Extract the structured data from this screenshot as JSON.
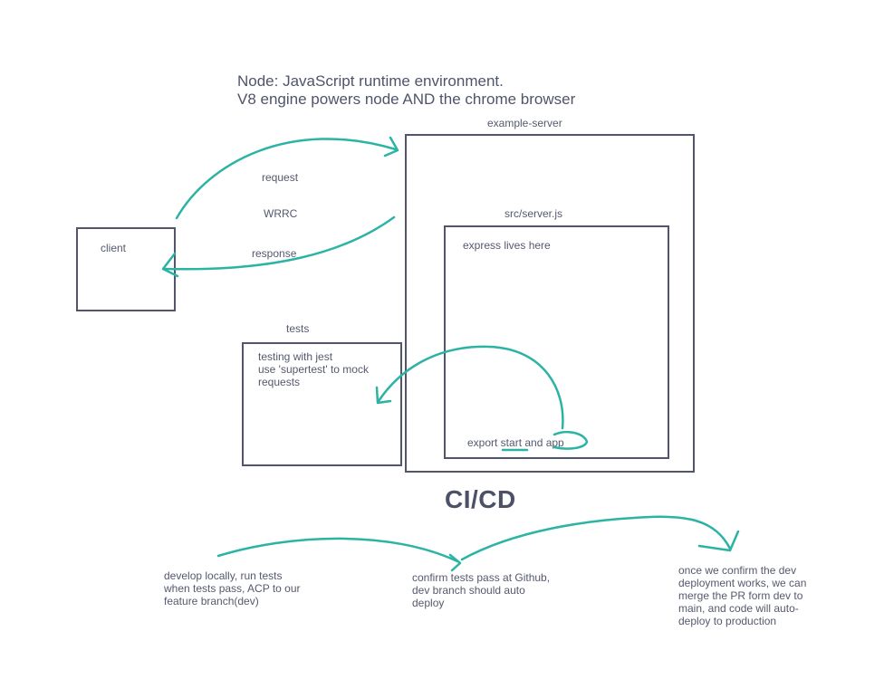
{
  "header": {
    "line1": "Node: JavaScript runtime environment.",
    "line2": "V8 engine powers node AND the chrome browser"
  },
  "boxes": {
    "example_server_label": "example-server",
    "server_js_label": "src/server.js",
    "express_text": "express lives here",
    "export_text": "export start and app",
    "client_label": "client",
    "tests_label": "tests",
    "tests_body": "testing with jest\nuse 'supertest' to mock\nrequests"
  },
  "arrows": {
    "request": "request",
    "wrrc": "WRRC",
    "response": "response"
  },
  "cicd": {
    "title": "CI/CD",
    "step1": "develop locally, run tests\nwhen tests pass, ACP to our\nfeature branch(dev)",
    "step2": "confirm tests pass at Github,\ndev branch should auto\ndeploy",
    "step3": "once we confirm the dev\ndeployment works, we can\nmerge the PR form dev to\nmain, and code will auto-\ndeploy to production"
  },
  "colors": {
    "ink": "#53566b",
    "arrow": "#2bb3a4"
  }
}
